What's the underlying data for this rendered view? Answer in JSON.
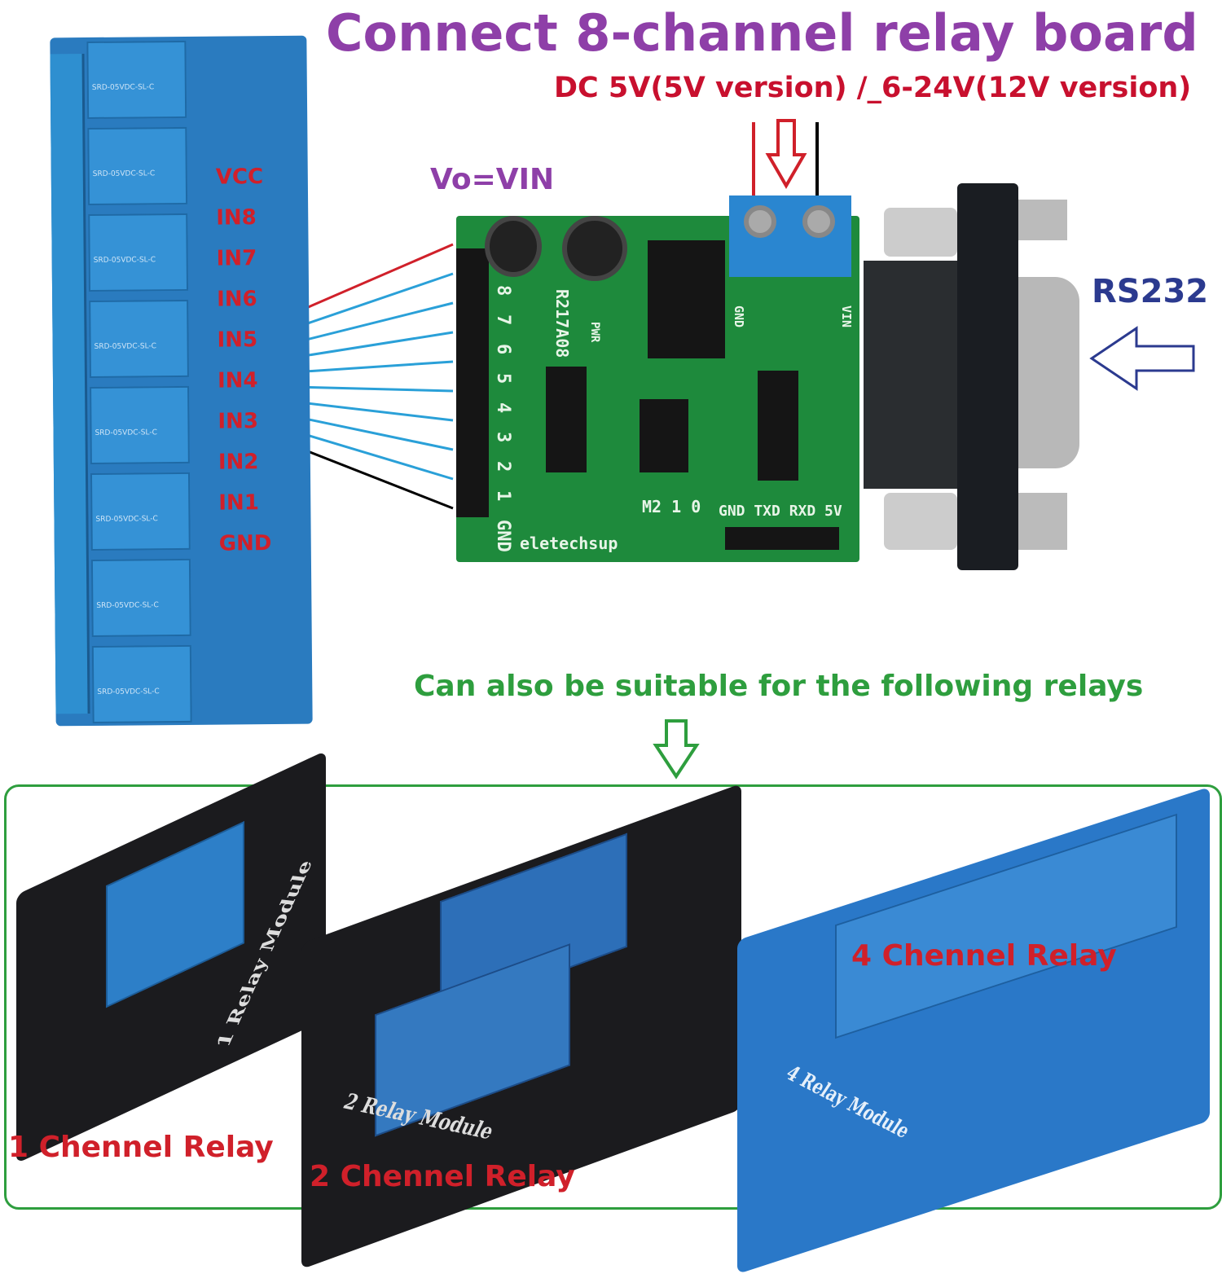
{
  "title": "Connect 8-channel relay board",
  "power": "DC 5V(5V version) /_6-24V(12V version)",
  "vo": "Vo=VIN",
  "rs232": "RS232",
  "also": "Can also be suitable for the following relays",
  "relay_board": {
    "relay_text": "SRD-05VDC-SL-C",
    "labels": [
      "VCC",
      "IN8",
      "IN7",
      "IN6",
      "IN5",
      "IN4",
      "IN3",
      "IN2",
      "IN1",
      "GND"
    ]
  },
  "controller": {
    "pins": [
      "8",
      "7",
      "6",
      "5",
      "4",
      "3",
      "2",
      "1",
      "GND"
    ],
    "chip_label": "R217A08",
    "pwr": "PWR",
    "gnd": "GND",
    "vin": "VIN",
    "mode": "M2 1 0",
    "serial": "GND TXD RXD 5V",
    "brand": "eletechsup"
  },
  "modules": [
    {
      "label": "1 Chennel Relay",
      "board": "1 Relay Module"
    },
    {
      "label": "2 Chennel Relay",
      "board": "2 Relay Module"
    },
    {
      "label": "4 Chennel Relay",
      "board": "4 Relay Module"
    }
  ],
  "colors": {
    "title": "#8e3fa8",
    "power": "#c8102e",
    "rs232": "#2b3a8f",
    "green": "#2e9e3e",
    "relay_blue": "#2a7bbf",
    "pcb_green": "#1e8a3c"
  }
}
